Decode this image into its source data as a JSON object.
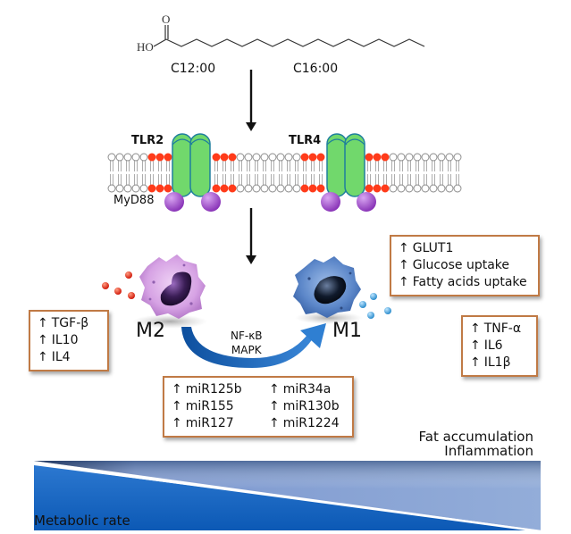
{
  "fatty_acid": {
    "hydroxyl_label": "HO",
    "carbonyl_label": "O",
    "labels": [
      "C12:00",
      "C16:00"
    ]
  },
  "receptors": {
    "tlr2_label": "TLR2",
    "tlr4_label": "TLR4",
    "adaptor_label": "MyD88"
  },
  "macrophages": {
    "m2_label": "M2",
    "m1_label": "M1"
  },
  "pathway": {
    "lines": [
      "NF-κB",
      "MAPK"
    ]
  },
  "boxes": {
    "m2_markers": {
      "arrow": "↑",
      "items": [
        "TGF-β",
        "IL10",
        "IL4"
      ]
    },
    "m1_metabolism": {
      "arrow": "↑",
      "items": [
        "GLUT1",
        "Glucose uptake",
        "Fatty acids uptake"
      ]
    },
    "m1_cytokines": {
      "arrow": "↑",
      "items": [
        "TNF-α",
        "IL6",
        "IL1β"
      ]
    },
    "mirnas": {
      "arrow": "↑",
      "items": [
        "miR125b",
        "miR34a",
        "miR155",
        "miR130b",
        "miR127",
        "miR1224"
      ]
    }
  },
  "gradient": {
    "top_labels": [
      "Fat accumulation",
      "Inflammation"
    ],
    "bottom_label": "Metabolic rate"
  },
  "colors": {
    "box_border": "#c07a45",
    "receptor_green": "#6fd86a",
    "receptor_outline": "#1a7a9a",
    "myd88_purple": "#a24fd0",
    "lipid_red": "#ff3b1a",
    "arrow_blue": "#1e63b5",
    "m2_cell": "#d9a8e6",
    "m1_cell": "#5b86c8"
  }
}
